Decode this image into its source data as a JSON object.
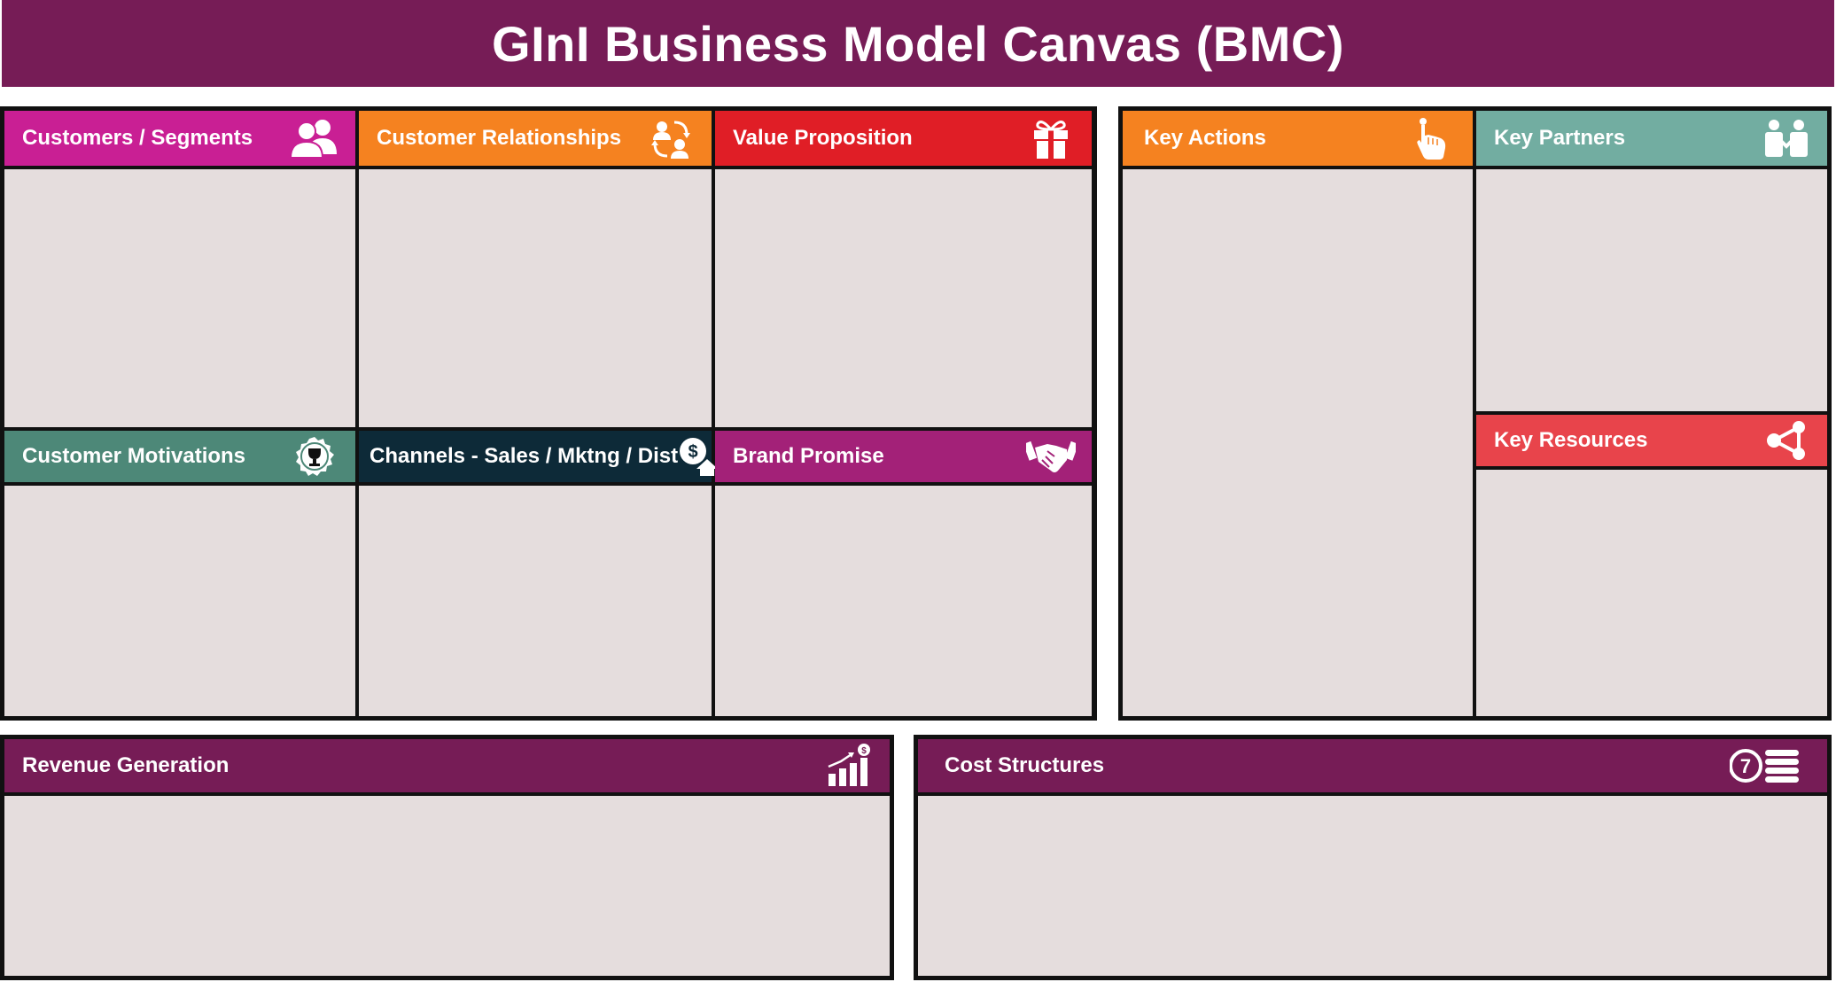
{
  "title": "GInI Business Model Canvas (BMC)",
  "colors": {
    "title_bar": "#761c56",
    "customers_segments": "#c91f94",
    "customer_relationships": "#f58220",
    "value_proposition": "#e01e26",
    "key_actions": "#f58220",
    "key_partners": "#72ada1",
    "key_resources": "#e8444b",
    "customer_motivations": "#4d8878",
    "channels": "#0d2a38",
    "brand_promise": "#a32178",
    "revenue_generation": "#761c56",
    "cost_structures": "#761c56",
    "cell_fill": "#e5dddd"
  },
  "sections": {
    "customers_segments": {
      "label": "Customers / Segments",
      "icon": "users-icon"
    },
    "customer_relationships": {
      "label": "Customer Relationships",
      "icon": "relationship-cycle-icon"
    },
    "value_proposition": {
      "label": "Value Proposition",
      "icon": "gift-icon"
    },
    "customer_motivations": {
      "label": "Customer Motivations",
      "icon": "trophy-badge-icon"
    },
    "channels": {
      "label": "Channels - Sales / Mktng / Dist",
      "icon": "dollar-home-icon"
    },
    "brand_promise": {
      "label": "Brand Promise",
      "icon": "handshake-icon"
    },
    "key_actions": {
      "label": "Key Actions",
      "icon": "hand-pointer-icon"
    },
    "key_partners": {
      "label": "Key Partners",
      "icon": "partners-icon"
    },
    "key_resources": {
      "label": "Key Resources",
      "icon": "share-network-icon"
    },
    "revenue_generation": {
      "label": "Revenue Generation",
      "icon": "growth-chart-icon"
    },
    "cost_structures": {
      "label": "Cost Structures",
      "icon": "coin-stack-icon"
    }
  }
}
